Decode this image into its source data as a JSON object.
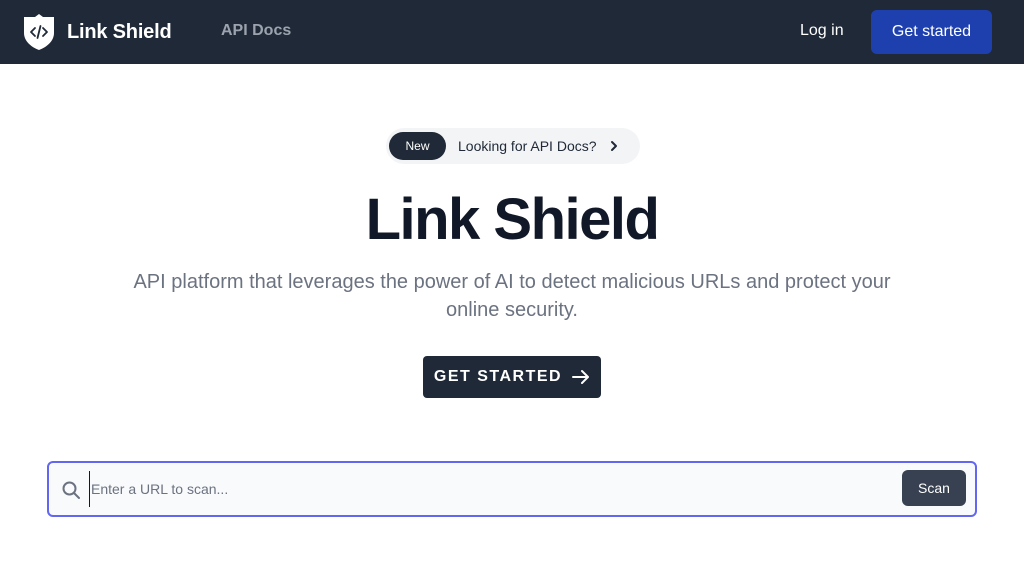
{
  "navbar": {
    "brand_name": "Link Shield",
    "brand_icon": "shield-code-icon",
    "links": [
      {
        "label": "API Docs"
      }
    ],
    "login_label": "Log in",
    "get_started_label": "Get started",
    "background": "#1f2937",
    "accent": "#1e40af"
  },
  "announcement": {
    "badge": "New",
    "text": "Looking for API Docs?",
    "icon": "chevron-right-icon"
  },
  "hero": {
    "title": "Link Shield",
    "subtitle": "API platform that leverages the power of AI to detect malicious URLs and protect your online security.",
    "cta_label": "GET STARTED",
    "cta_icon": "arrow-right-icon"
  },
  "scanner": {
    "placeholder": "Enter a URL to scan...",
    "value": "",
    "button_label": "Scan",
    "icon": "search-icon",
    "border_color": "#6366f1"
  }
}
